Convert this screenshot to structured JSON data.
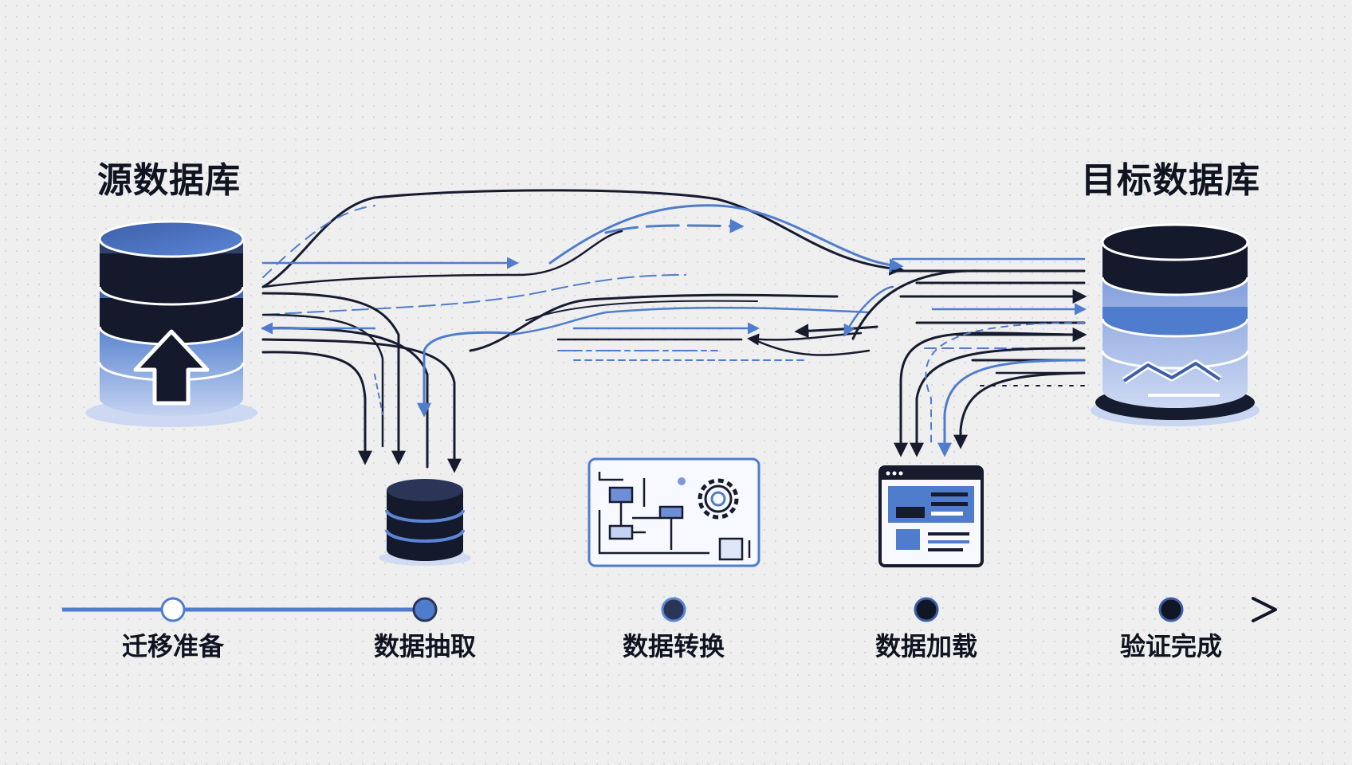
{
  "source": {
    "title": "源数据库"
  },
  "target": {
    "title": "目标数据库"
  },
  "stages": [
    {
      "label": "迁移准备"
    },
    {
      "label": "数据抽取"
    },
    {
      "label": "数据转换"
    },
    {
      "label": "数据加载"
    },
    {
      "label": "验证完成"
    }
  ],
  "colors": {
    "dark": "#161b2e",
    "blue": "#4f7ccc",
    "light_blue": "#7a9ad8",
    "background": "#efeff0"
  },
  "icons": {
    "source": "database-upload-icon",
    "staging": "database-icon",
    "transform": "flowchart-gear-icon",
    "load": "browser-window-icon",
    "target": "database-chart-icon"
  }
}
